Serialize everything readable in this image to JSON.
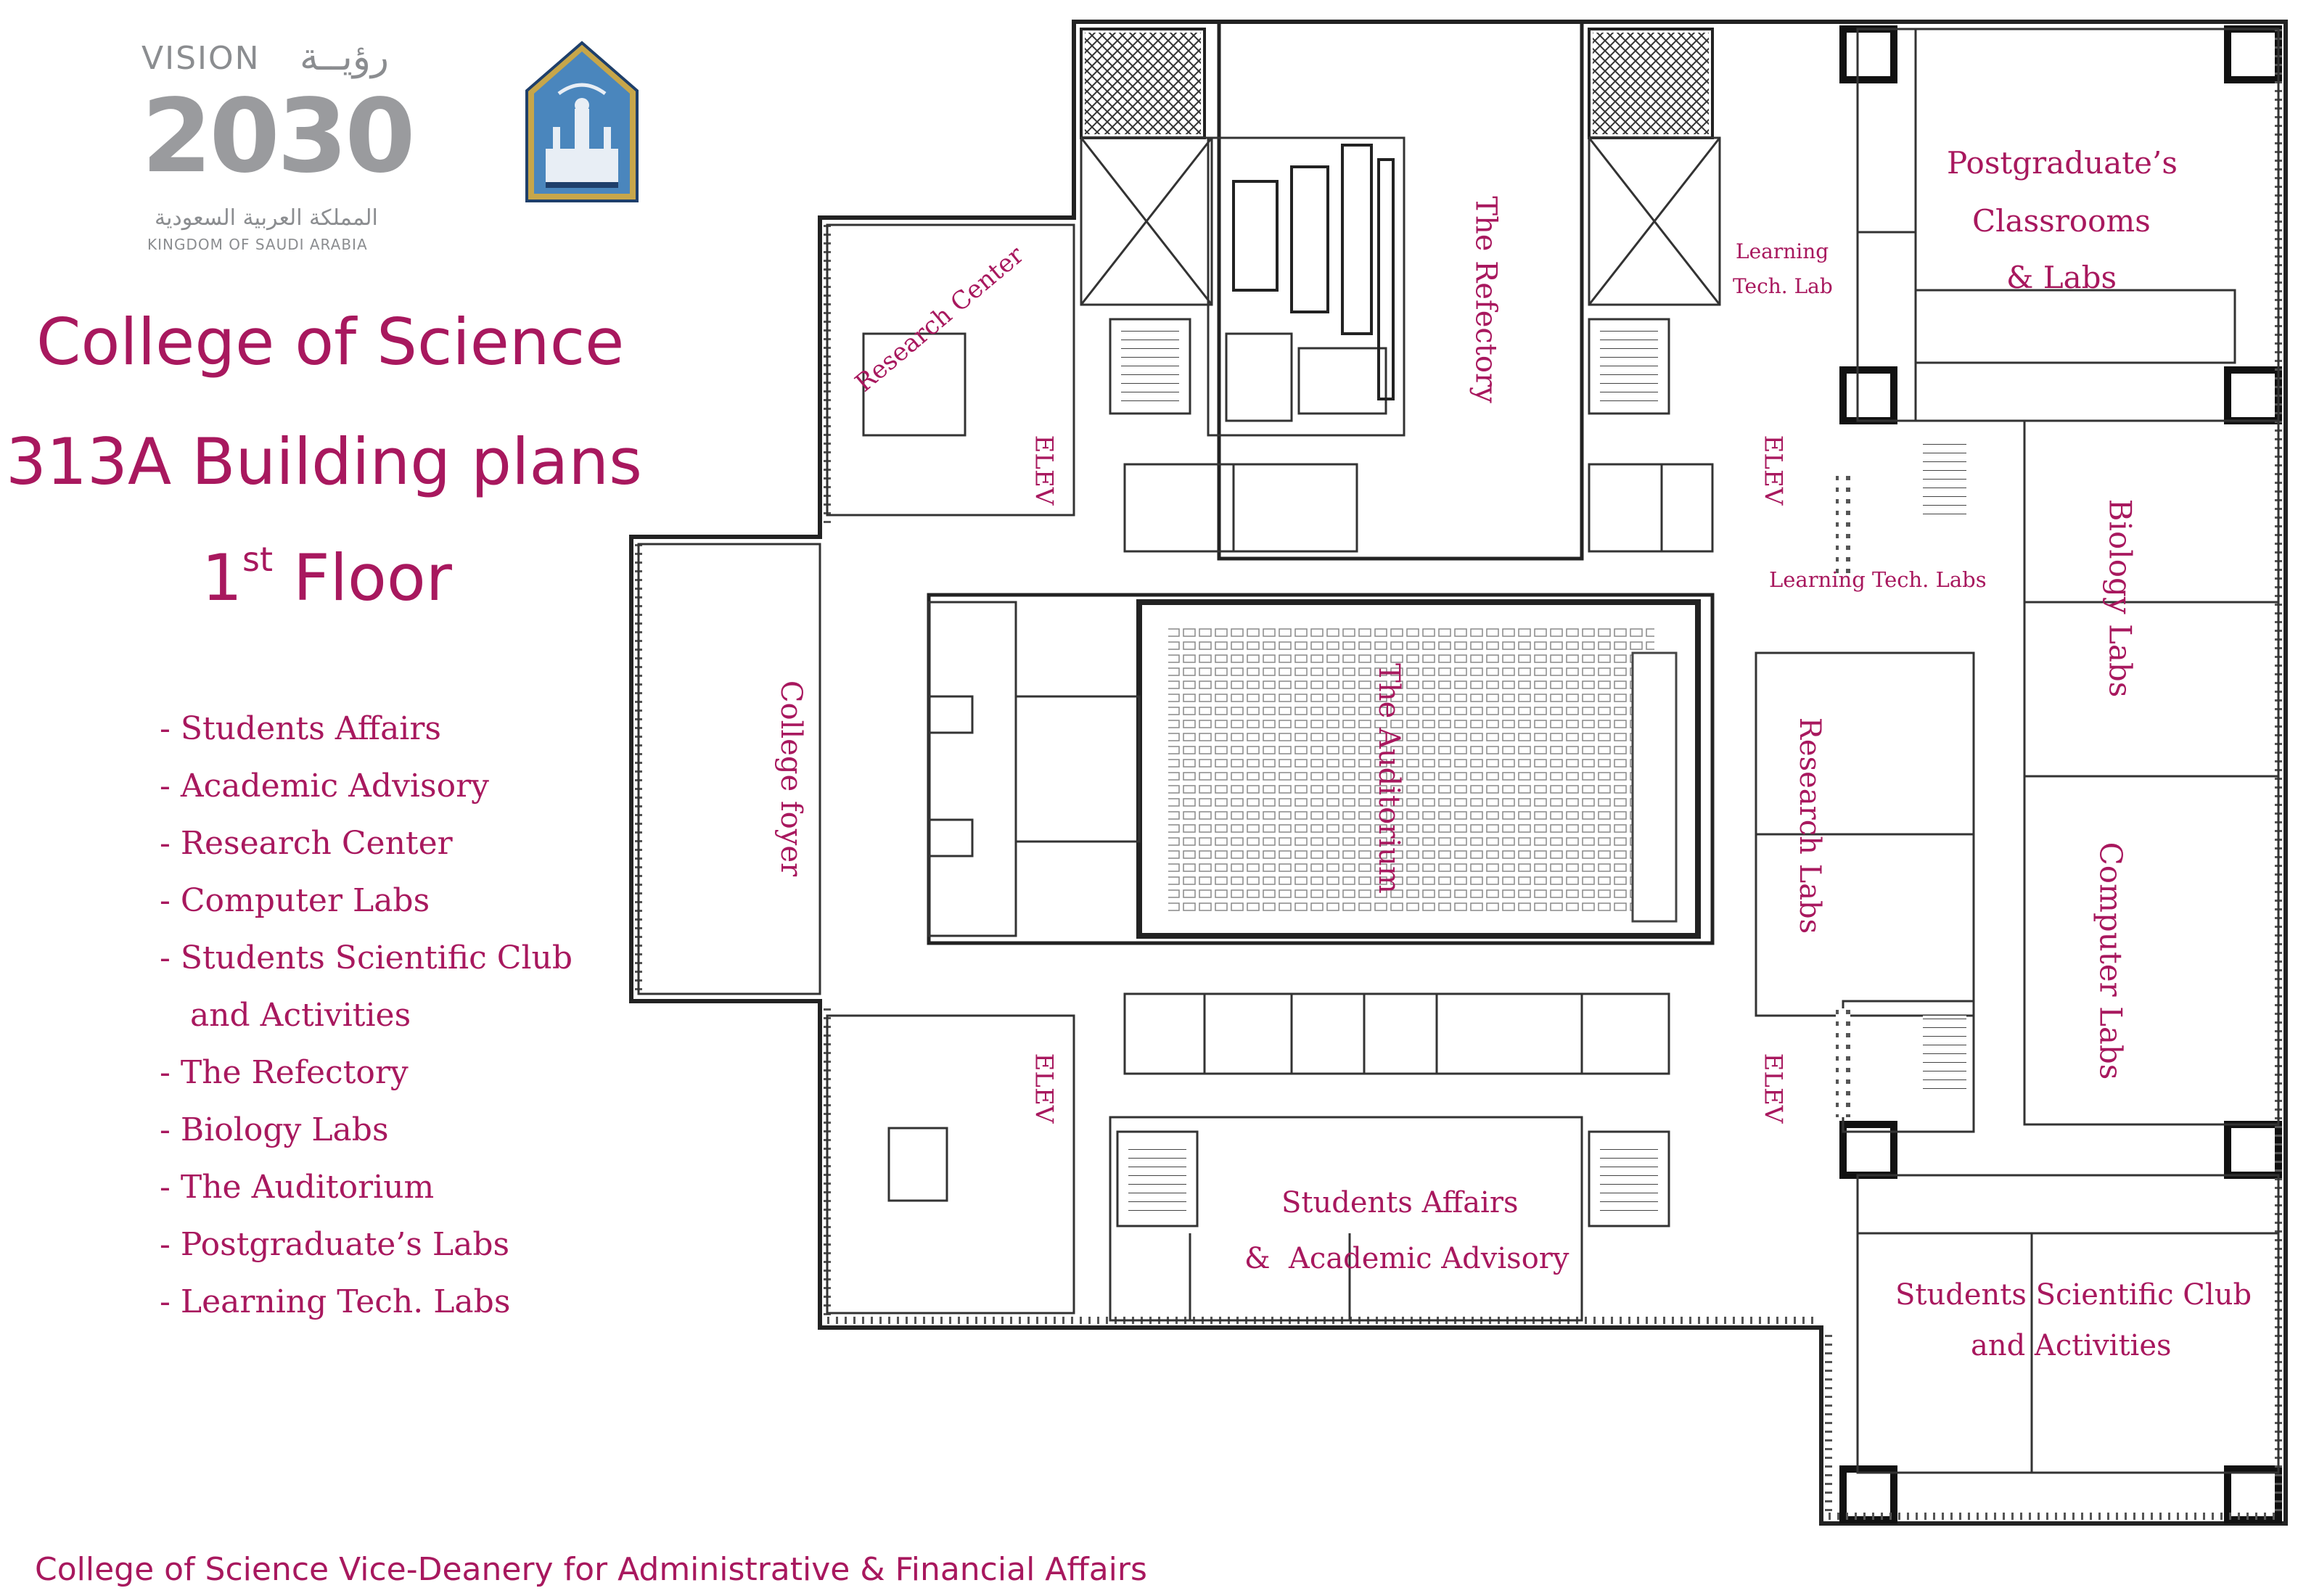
{
  "title": {
    "line1": "College of Science",
    "line2": "313A Building plans",
    "line3_main": "1",
    "line3_sup": "st",
    "line3_rest": " Floor"
  },
  "legend_items": [
    "- Students Affairs",
    "- Academic Advisory",
    "- Research Center",
    "- Computer Labs",
    "- Students Scientific Club",
    "   and Activities",
    "- The Refectory",
    "- Biology Labs",
    "- The Auditorium",
    "- Postgraduate’s Labs",
    "- Learning Tech. Labs"
  ],
  "footer": "College of Science Vice-Deanery for Administrative & Financial Affairs",
  "logo_vision": {
    "word": "VISION",
    "arabic": "رؤيــة",
    "number": "2030",
    "sub_arabic": "المملكة العربية السعودية",
    "sub_english": "KINGDOM OF SAUDI ARABIA"
  },
  "plan_labels": {
    "research_center": "Research Center",
    "refectory": "The Refectory",
    "learning_tech_lab_1": "Learning",
    "learning_tech_lab_2": "Tech. Lab",
    "postgrad_1": "Postgraduate’s",
    "postgrad_2": "Classrooms",
    "postgrad_3": "& Labs",
    "elev": "ELEV",
    "learning_tech_labs": "Learning Tech. Labs",
    "biology_labs": "Biology Labs",
    "college_foyer": "College foyer",
    "auditorium": "The Auditorium",
    "research_labs": "Research Labs",
    "computer_labs": "Computer Labs",
    "students_affairs_1": "Students Affairs",
    "students_affairs_2": "&  Academic Advisory",
    "club_1": "Students Scientific Club",
    "club_2": "and Activities"
  },
  "colors": {
    "label": "#a8185e",
    "wall": "#222222",
    "logo_gray": "#9a9b9e",
    "emblem_blue": "#2d6aa3",
    "emblem_gold": "#c7a64a"
  }
}
